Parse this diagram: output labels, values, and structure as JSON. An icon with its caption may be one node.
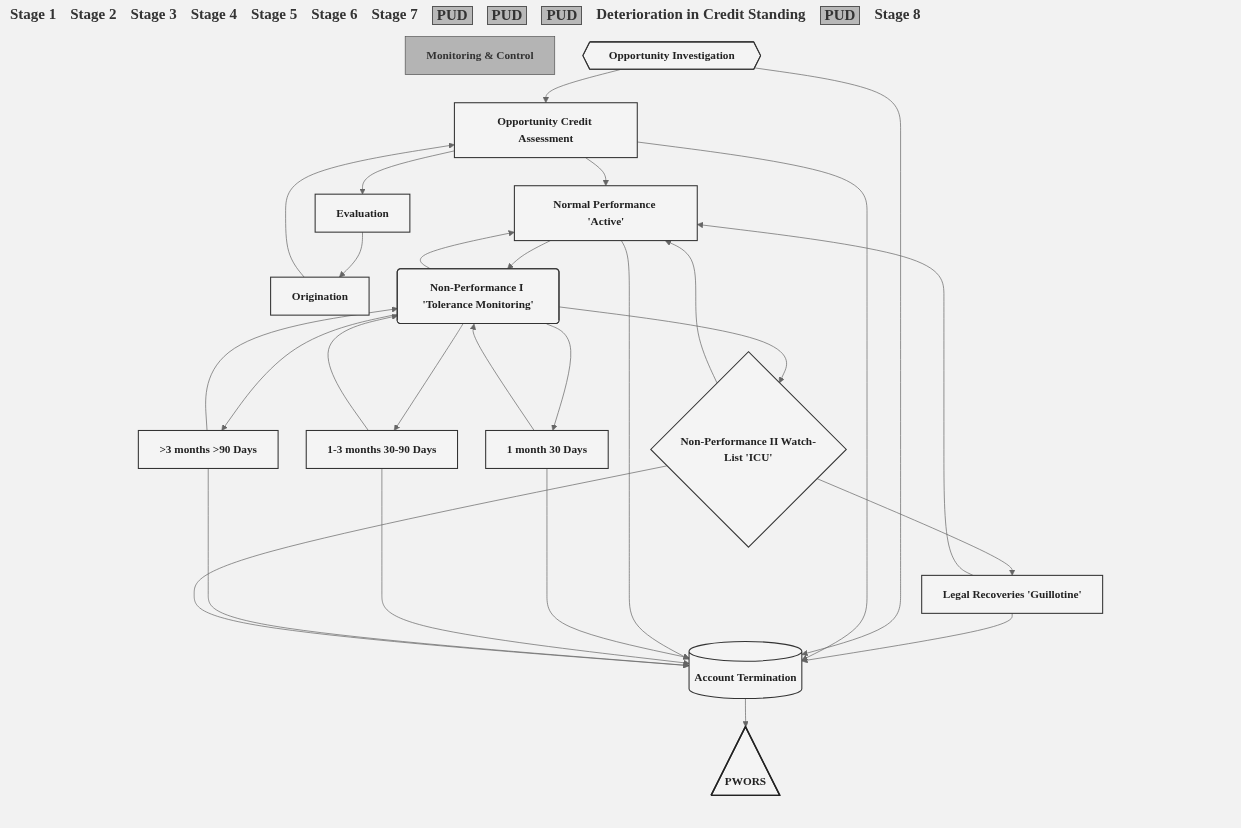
{
  "diagram": {
    "nodes": [
      {
        "text": [
          "Opportunity Investigation"
        ]
      },
      {
        "text": [
          "Opportunity Credit Assessment"
        ]
      },
      {
        "text": [
          "Evaluation"
        ]
      },
      {
        "text": [
          "Origination"
        ]
      },
      {
        "text": [
          "Normal Performance 'Active'"
        ]
      },
      {
        "text": [
          "Non-Performance I 'Tolerance Monitoring'"
        ]
      },
      {
        "text": [
          "1 month 30 Days"
        ]
      },
      {
        "text": [
          "1-3 months 30-90 Days"
        ]
      },
      {
        "text": [
          ">3 months >90 Days"
        ]
      },
      {
        "text": [
          "Non-Performance II Watch-List 'ICU'"
        ]
      },
      {
        "text": [
          "Legal Recoveries 'Guillotine'"
        ]
      },
      {
        "text": [
          "Account Termination"
        ]
      },
      {
        "text": [
          "PWORS"
        ]
      },
      {
        "text": [
          "Monitoring & Control"
        ]
      }
    ],
    "edges": [
      {
        "from": 0,
        "to": 1,
        "arrow": "to"
      },
      {
        "from": 1,
        "to": 4,
        "arrow": "to"
      },
      {
        "from": 4,
        "to": 5,
        "arrow": "to"
      },
      {
        "from": 5,
        "to": 9,
        "arrow": "to"
      },
      {
        "from": 9,
        "to": 10,
        "arrow": "to"
      },
      {
        "from": 10,
        "to": 11,
        "arrow": "to"
      },
      {
        "from": 1,
        "to": 2,
        "arrow": "to"
      },
      {
        "from": 2,
        "to": 3,
        "arrow": "to"
      },
      {
        "from": 3,
        "to": 1,
        "arrow": "to"
      },
      {
        "from": 5,
        "to": 6,
        "arrow": "to"
      },
      {
        "from": 6,
        "to": 5,
        "arrow": "to"
      },
      {
        "from": 5,
        "to": 7,
        "arrow": "to"
      },
      {
        "from": 7,
        "to": 5,
        "arrow": "to"
      },
      {
        "from": 5,
        "to": 8,
        "arrow": "to"
      },
      {
        "from": 8,
        "to": 5,
        "arrow": "to"
      },
      {
        "from": 5,
        "to": 4,
        "arrow": "to"
      },
      {
        "from": 9,
        "to": 4,
        "arrow": "to"
      },
      {
        "from": 10,
        "to": 4,
        "arrow": "to"
      },
      {
        "from": 0,
        "to": 11,
        "arrow": "to"
      },
      {
        "from": 1,
        "to": 11,
        "arrow": "to"
      },
      {
        "from": 4,
        "to": 11,
        "arrow": "to"
      },
      {
        "from": 6,
        "to": 11,
        "arrow": "to"
      },
      {
        "from": 7,
        "to": 11,
        "arrow": "to"
      },
      {
        "from": 8,
        "to": 11,
        "arrow": "to"
      },
      {
        "from": 9,
        "to": 11,
        "arrow": "to"
      },
      {
        "from": 11,
        "to": 12,
        "arrow": "to"
      }
    ],
    "labels": [
      "Stage 1",
      "Stage 2",
      "Stage 3",
      "Stage 4",
      "Stage 5",
      "Stage 6",
      "Stage 7",
      "PUD",
      "PUD",
      "PUD",
      "Deterioration in Credit Standing",
      "PUD",
      "Stage 8"
    ]
  }
}
